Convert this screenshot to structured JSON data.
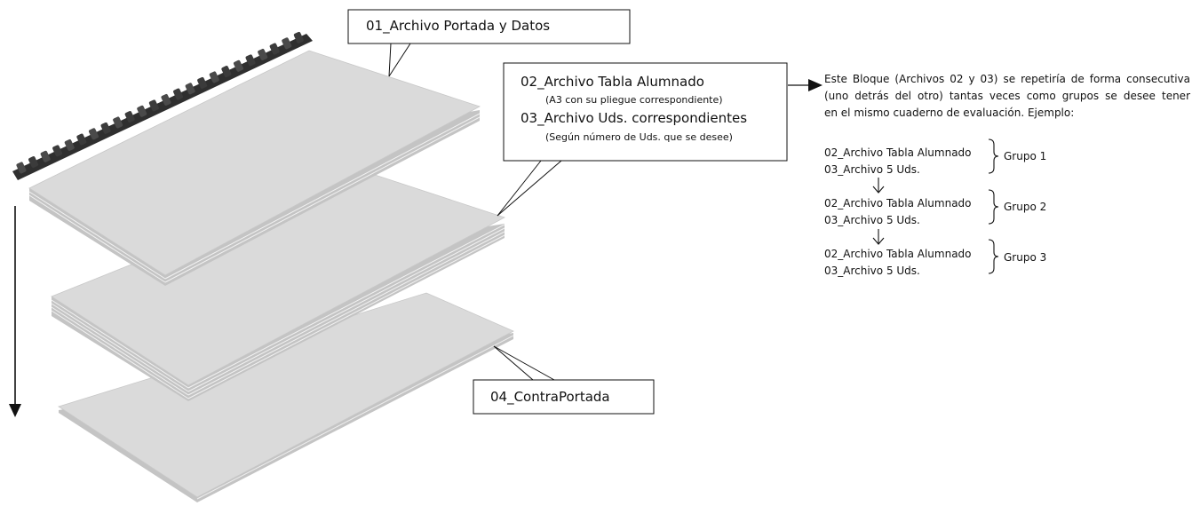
{
  "callouts": {
    "portada": {
      "title": "01_Archivo Portada y Datos"
    },
    "bloque": {
      "line1": "02_Archivo Tabla Alumnado",
      "line1_note": "(A3 con su pliegue correspondiente)",
      "line2": "03_Archivo Uds. correspondientes",
      "line2_note": "(Según número de Uds. que se desee)"
    },
    "contraportada": {
      "title": "04_ContraPortada"
    }
  },
  "note": {
    "lines": [
      "Este Bloque (Archivos 02 y 03) se repetiría de forma consecutiva",
      "(uno detrás del otro) tantas veces como grupos se desee tener",
      "en el mismo cuaderno de evaluación. Ejemplo:"
    ]
  },
  "groups": [
    {
      "file1": "02_Archivo Tabla Alumnado",
      "file2": "03_Archivo 5 Uds.",
      "label": "Grupo 1"
    },
    {
      "file1": "02_Archivo Tabla Alumnado",
      "file2": "03_Archivo 5 Uds.",
      "label": "Grupo 2"
    },
    {
      "file1": "02_Archivo Tabla Alumnado",
      "file2": "03_Archivo 5 Uds.",
      "label": "Grupo 3"
    }
  ],
  "colors": {
    "sheet_top": "#dadada",
    "sheet_edge": "#c4c4c4",
    "sheet_edge_line": "#f2f2f2",
    "binding": "#3a3a3a",
    "line": "#111111"
  },
  "icons": {
    "binding": "comb-binding-icon",
    "order_arrow": "arrow-down-icon",
    "pointer_arrow": "arrow-right-icon",
    "brace": "brace-right-icon"
  }
}
